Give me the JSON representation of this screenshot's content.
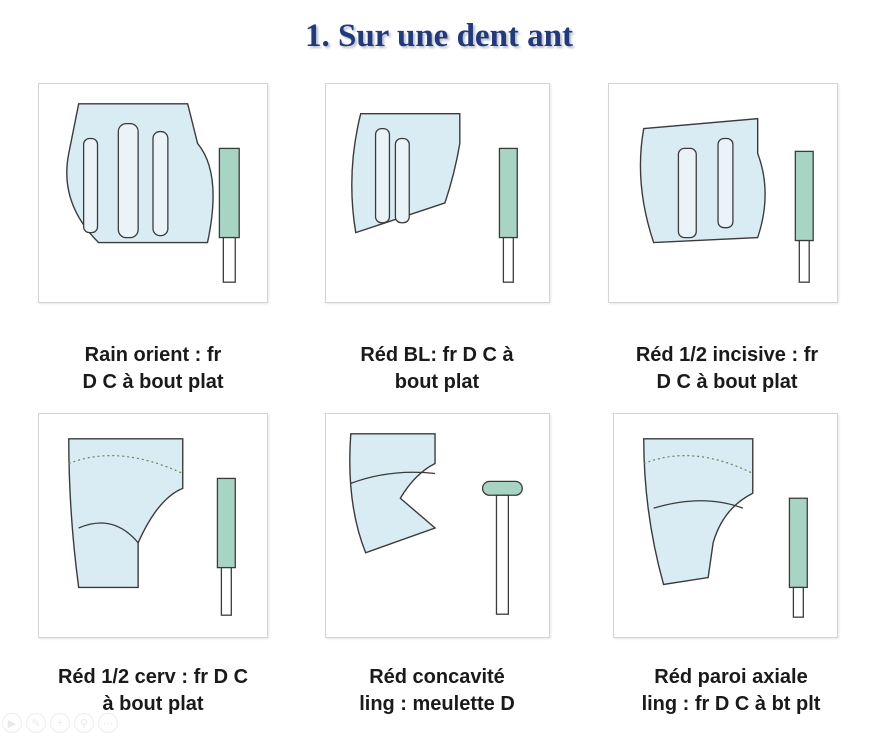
{
  "title": "1. Sur une dent ant",
  "panels": [
    {
      "caption_line1": "Rain orient : fr",
      "caption_line2": "D C à bout plat"
    },
    {
      "caption_line1": "Réd BL: fr D C à",
      "caption_line2": "bout plat"
    },
    {
      "caption_line1": "Réd 1/2 incisive : fr",
      "caption_line2": "D C à bout plat"
    },
    {
      "caption_line1": "Réd 1/2 cerv : fr D C",
      "caption_line2": "à bout plat"
    },
    {
      "caption_line1": "Réd concavité",
      "caption_line2": "ling : meulette D"
    },
    {
      "caption_line1": "Réd paroi axiale",
      "caption_line2": "ling : fr D C à bt plt"
    }
  ],
  "colors": {
    "title": "#233a78",
    "fill": "#d9ecf4",
    "stroke": "#3a3a3a",
    "dots": "#5a8a5a"
  },
  "icons": [
    "play-icon",
    "edit-icon",
    "zoom-in-icon",
    "search-icon",
    "more-icon"
  ]
}
